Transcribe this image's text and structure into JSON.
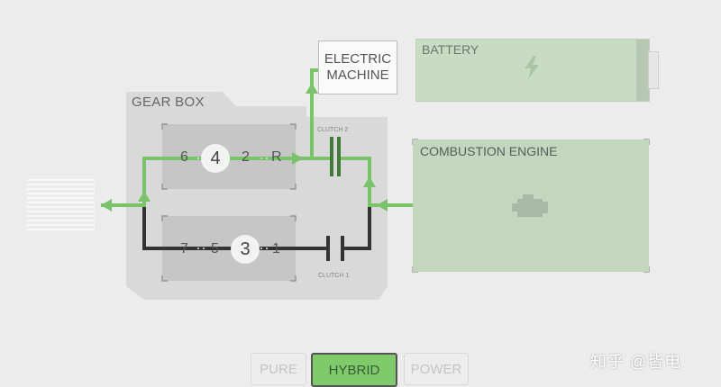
{
  "diagram": {
    "gearbox_label": "GEAR BOX",
    "electric_machine_label": "ELECTRIC\nMACHINE",
    "battery_label": "BATTERY",
    "combustion_engine_label": "COMBUSTION ENGINE",
    "clutch2_label": "CLUTCH 2",
    "clutch1_label": "CLUTCH 1",
    "upper_shaft": {
      "gears": [
        "6",
        "4",
        "2",
        "R"
      ],
      "active": "4"
    },
    "lower_shaft": {
      "gears": [
        "7",
        "5",
        "3",
        "1"
      ],
      "active": "3"
    }
  },
  "modes": {
    "pure": "PURE",
    "hybrid": "HYBRID",
    "power": "POWER",
    "selected": "HYBRID"
  },
  "watermark": "知乎 @皆电",
  "colors": {
    "power_flow": "#7ac36a",
    "shaft_dark": "#333333",
    "engine_fill": "#c3d7bf",
    "battery_fill": "#c8dcc4",
    "gearbox_fill": "#d9d9d9"
  },
  "icons": {
    "battery": "lightning-bolt-icon",
    "engine": "engine-icon"
  }
}
